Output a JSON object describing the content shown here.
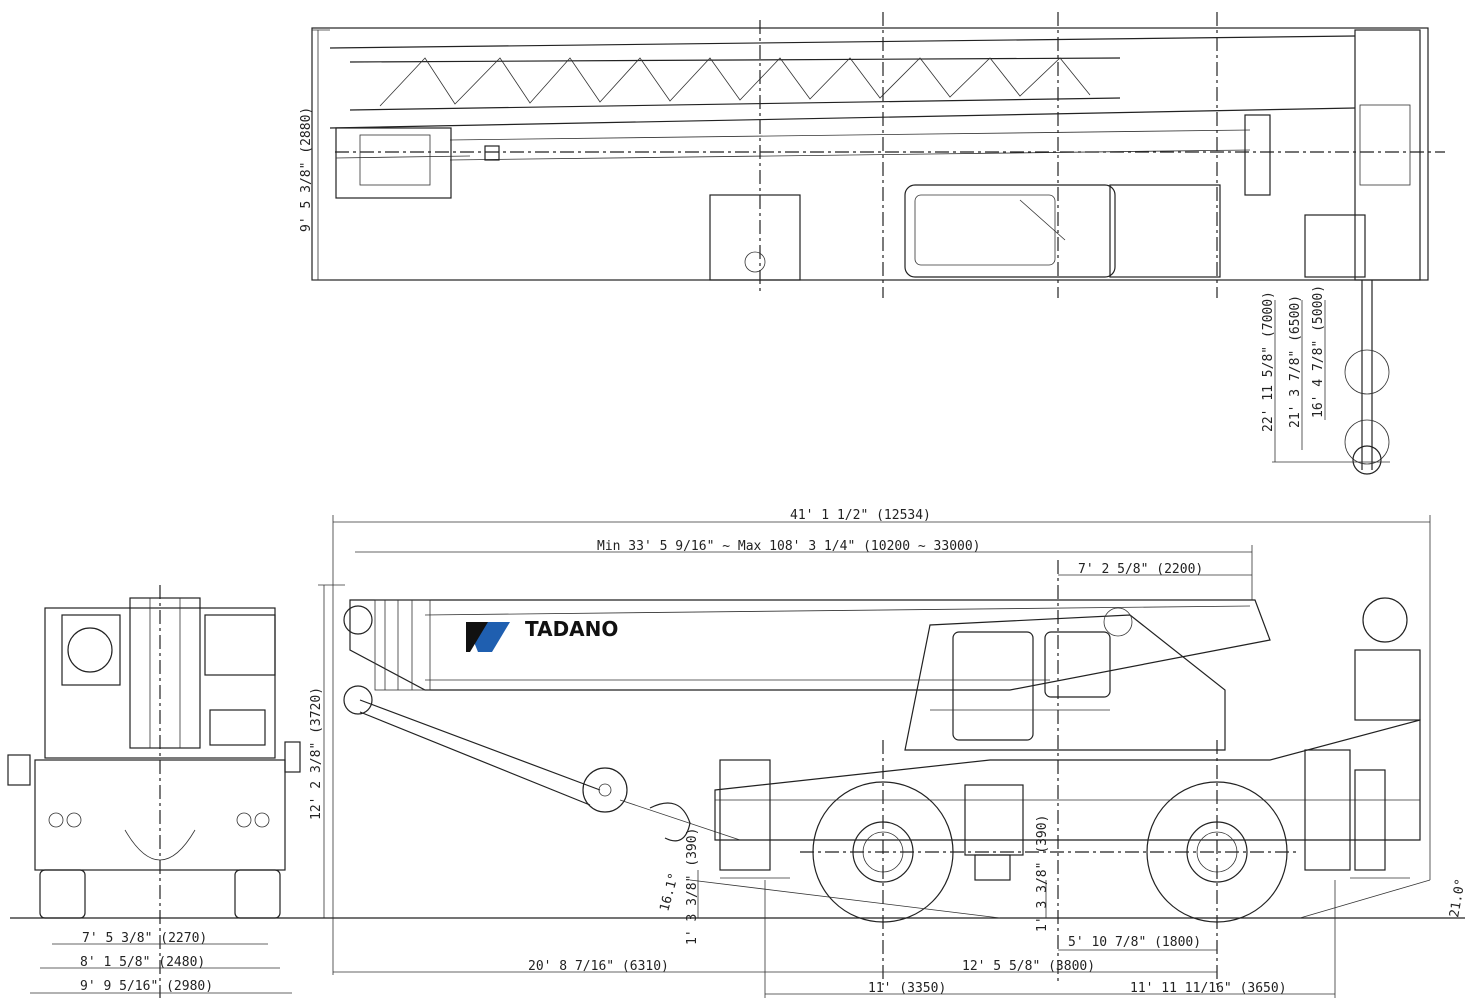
{
  "brand": {
    "name": "TADANO",
    "logo_color": "#1f5fb0"
  },
  "top_view": {
    "boom_height": "9' 5 3/8\" (2880)",
    "outrigger_spans": [
      "22' 11 5/8\" (7000)",
      "21' 3 7/8\" (6500)",
      "16' 4 7/8\" (5000)"
    ]
  },
  "side_view": {
    "overall_length": "41' 1 1/2\" (12534)",
    "boom_range": "Min 33' 5 9/16\" ~ Max 108' 3 1/4\" (10200 ~ 33000)",
    "rear_overhang": "7' 2 5/8\" (2200)",
    "overall_height": "12' 2 3/8\" (3720)",
    "approach_angle": "16.1°",
    "departure_angle": "21.0°",
    "front_clearance": "1' 3 3/8\" (390)",
    "center_clearance": "1' 3 3/8\" (390)",
    "front_overhang": "20' 8 7/16\" (6310)",
    "wheelbase": "12' 5 5/8\" (3800)",
    "axle_to_center": "5' 10 7/8\" (1800)",
    "front_to_center": "11' (3350)",
    "rear_to_center": "11' 11 11/16\" (3650)"
  },
  "front_view": {
    "track_width": "7' 5 3/8\" (2270)",
    "overall_width": "8' 1 5/8\" (2480)",
    "outrigger_width": "9' 9 5/16\" (2980)"
  }
}
